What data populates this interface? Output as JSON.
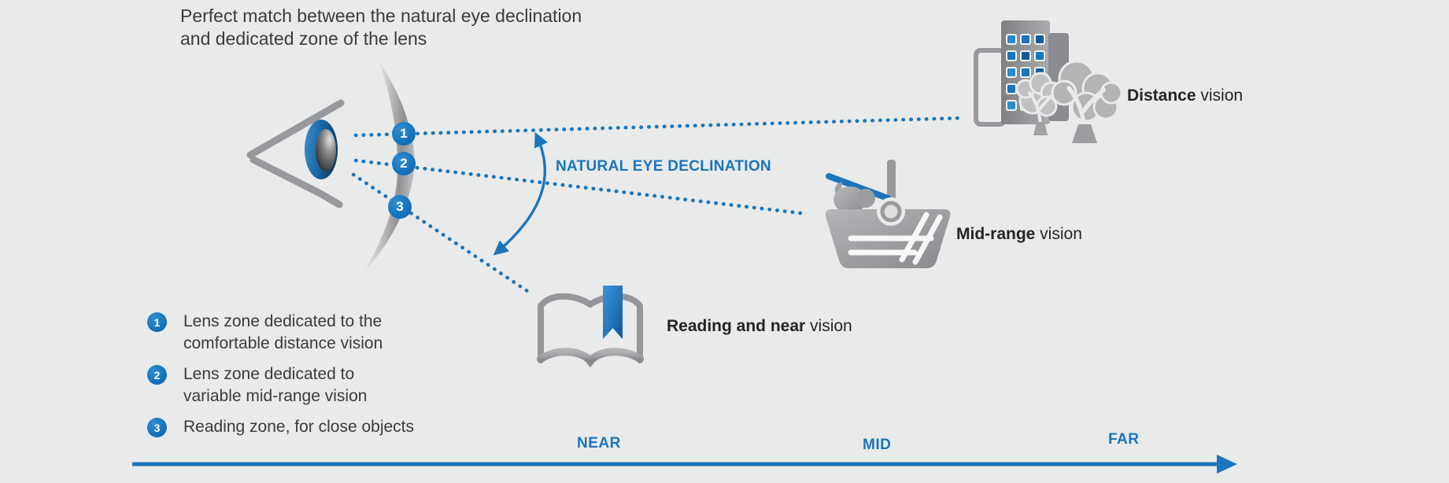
{
  "header": {
    "title_line1": "Perfect match between the natural eye declination",
    "title_line2": "and dedicated zone of the lens"
  },
  "diagram": {
    "declination_label": "NATURAL EYE DECLINATION",
    "zone_markers": [
      {
        "number": "1"
      },
      {
        "number": "2"
      },
      {
        "number": "3"
      }
    ],
    "targets": [
      {
        "bold": "Distance",
        "regular": " vision"
      },
      {
        "bold": "Mid-range",
        "regular": " vision"
      },
      {
        "bold": "Reading and near",
        "regular": " vision"
      }
    ],
    "icons": {
      "eye": "eye-icon",
      "lens": "lens-crescent-icon",
      "distance": "city-buildings-trees-icon",
      "mid_range": "shopping-basket-icon",
      "reading": "open-book-bookmark-icon",
      "declination": "double-arrow-arc-icon",
      "axis": "right-arrow-icon"
    }
  },
  "legend": {
    "items": [
      {
        "number": "1",
        "text": "Lens zone dedicated to the\ncomfortable distance vision"
      },
      {
        "number": "2",
        "text": "Lens zone dedicated to\nvariable mid-range vision"
      },
      {
        "number": "3",
        "text": "Reading zone, for close objects"
      }
    ]
  },
  "axis": {
    "near": "NEAR",
    "mid": "MID",
    "far": "FAR"
  },
  "colors": {
    "background": "#e9eaea",
    "accent_blue": "#1b75bc",
    "icon_gray": "#97999c",
    "text_dark": "#3b3b3d"
  }
}
